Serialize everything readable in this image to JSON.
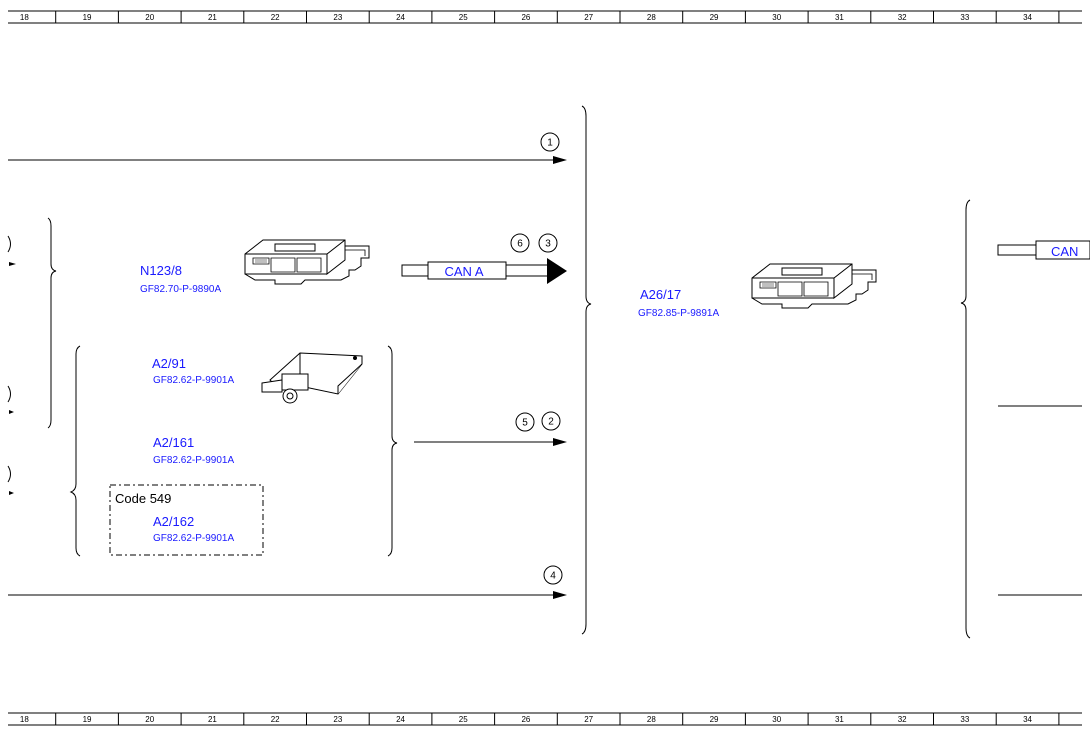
{
  "ruler": {
    "columns": [
      "18",
      "19",
      "20",
      "21",
      "22",
      "23",
      "24",
      "25",
      "26",
      "27",
      "28",
      "29",
      "30",
      "31",
      "32",
      "33",
      "34"
    ]
  },
  "components": {
    "n123": {
      "name": "N123/8",
      "doc": "GF82.70-P-9890A"
    },
    "a26": {
      "name": "A26/17",
      "doc": "GF82.85-P-9891A"
    },
    "a2_91": {
      "name": "A2/91",
      "doc": "GF82.62-P-9901A"
    },
    "a2_161": {
      "name": "A2/161",
      "doc": "GF82.62-P-9901A"
    },
    "a2_162": {
      "name": "A2/162",
      "doc": "GF82.62-P-9901A"
    }
  },
  "code_box": {
    "label": "Code 549"
  },
  "can": {
    "label_main": "CAN A",
    "label_right": "CAN"
  },
  "markers": {
    "m1": "1",
    "m2": "2",
    "m3": "3",
    "m4": "4",
    "m5": "5",
    "m6": "6"
  },
  "colors": {
    "label_blue": "#1a1aff",
    "line": "#000000"
  }
}
